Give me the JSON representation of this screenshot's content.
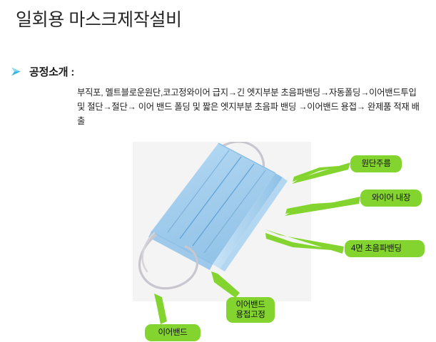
{
  "slide": {
    "title": "일회용 마스크제작설비",
    "background_color": "#ffffff"
  },
  "bullet": {
    "icon": "arrow-right-bullet-icon",
    "heading": "공정소개 :",
    "icon_colors": [
      "#2fb5e8",
      "#0d7fc4",
      "#7fd8f5"
    ]
  },
  "body": {
    "process_text": "부직포, 멜트블로운원단,코고정와이어 급지→긴 엣지부분 초음파밴딩→자동폴딩→이어밴드투입 및 절단→절단→ 이어 밴드 폴딩 및 짧은 엣지부분 초음파 밴딩 →이어밴드 용접→ 완제품 적재 배출"
  },
  "photo": {
    "name": "surgical-mask-photo",
    "background_color": "#f4f4f4",
    "mask_color": "#a9d2ef",
    "mask_shadow_color": "#8fc2e6",
    "pleat_line_color": "#5a9fd4",
    "earloop_color": "#c9c6cf"
  },
  "callouts": [
    {
      "id": "c1",
      "label": "원단주름",
      "color": "#84d42f",
      "text_color": "#111111"
    },
    {
      "id": "c2",
      "label": "와이어 내장",
      "color": "#84d42f",
      "text_color": "#111111"
    },
    {
      "id": "c3",
      "label": "4면 초음파밴딩",
      "color": "#84d42f",
      "text_color": "#111111",
      "bold_prefix": "4"
    },
    {
      "id": "c4",
      "label": "이어밴드\n용접고정",
      "color": "#84d42f",
      "text_color": "#111111"
    },
    {
      "id": "c5",
      "label": "이어밴드",
      "color": "#84d42f",
      "text_color": "#111111"
    }
  ],
  "leaders": {
    "color": "#84d42f",
    "count": 5
  }
}
